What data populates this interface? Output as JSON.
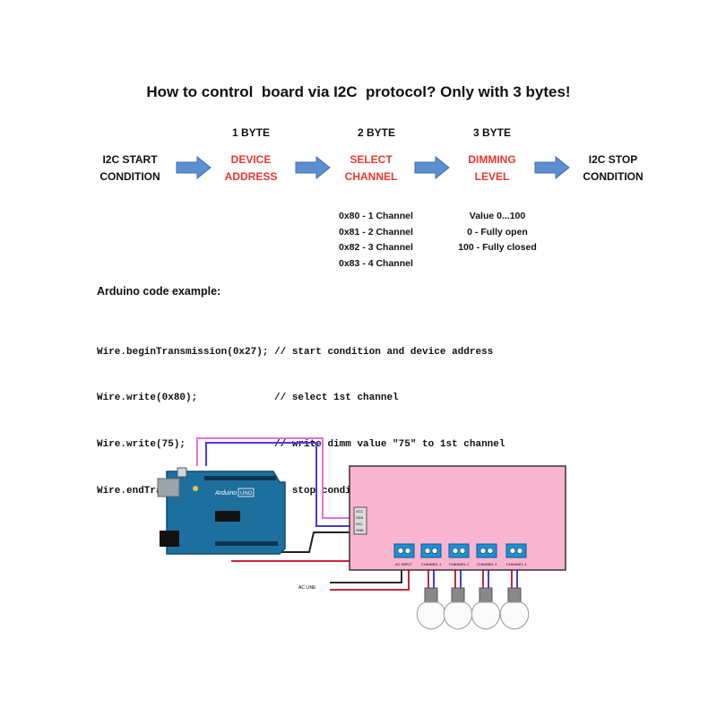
{
  "title": "How to control  board via I2C  protocol? Only with 3 bytes!",
  "flow": {
    "steps": [
      {
        "header": "",
        "line1": "I2C START",
        "line2": "CONDITION"
      },
      {
        "header": "1 BYTE",
        "line1": "DEVICE",
        "line2": "ADDRESS"
      },
      {
        "header": "2 BYTE",
        "line1": "SELECT",
        "line2": "CHANNEL"
      },
      {
        "header": "3 BYTE",
        "line1": "DIMMING",
        "line2": "LEVEL"
      },
      {
        "header": "",
        "line1": "I2C STOP",
        "line2": "CONDITION"
      }
    ],
    "highlight_color": "#e8372f",
    "arrow_color": "#5b8fd0"
  },
  "channels": [
    "0x80 - 1 Channel",
    "0x81 - 2 Channel",
    "0x82 - 3 Channel",
    "0x83 - 4 Channel"
  ],
  "dimming": [
    "Value 0...100",
    "0 - Fully open",
    "100 - Fully closed"
  ],
  "code": {
    "title": "Arduino code example:",
    "lines": [
      "Wire.beginTransmission(0x27); // start condition and device address",
      "Wire.write(0x80);             // select 1st channel",
      "Wire.write(75);               // write dimm value \"75\" to 1st channel",
      "Wire.endTransmission();       // stop condition"
    ]
  },
  "wiring": {
    "arduino_label": "Arduino",
    "arduino_model": "UNO",
    "pins": [
      "VCC",
      "SDA",
      "SCL",
      "GND"
    ],
    "terminals": [
      "AC INPUT",
      "CHANNEL 1",
      "CHANNEL 2",
      "CHANNEL 3",
      "CHANNEL 4"
    ],
    "ac_line_label": "AC LINE",
    "board_color": "#f9b4cf",
    "arduino_color": "#1d6f9e"
  }
}
